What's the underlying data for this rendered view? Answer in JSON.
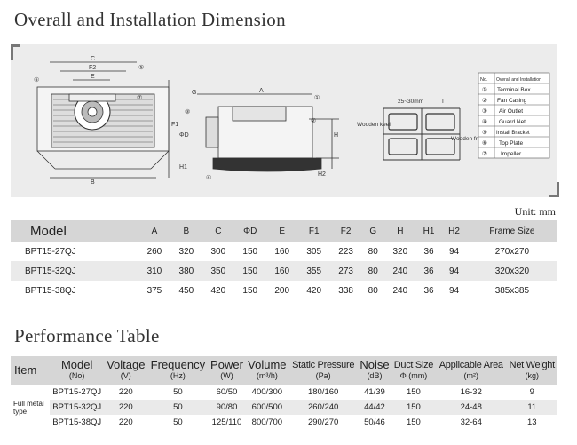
{
  "section1_title": "Overall and Installation Dimension",
  "section2_title": "Performance Table",
  "unit_note": "Unit: mm",
  "drawing": {
    "front_labels": [
      "C",
      "F2",
      "E",
      "F1",
      "B"
    ],
    "side_labels": [
      "G",
      "A",
      "ΦD",
      "H",
      "H1",
      "H2"
    ],
    "install_labels": [
      "25~30mm",
      "I",
      "Wooden keel",
      "Wooden frame"
    ],
    "callouts": [
      "①",
      "②",
      "③",
      "④",
      "⑤",
      "⑥",
      "⑦"
    ],
    "legend_header": [
      "No.",
      "Overall and Installation"
    ],
    "legend": [
      {
        "no": "①",
        "name": "Terminal Box"
      },
      {
        "no": "②",
        "name": "Fan Casing"
      },
      {
        "no": "③",
        "name": "Air Outlet"
      },
      {
        "no": "④",
        "name": "Guard Net"
      },
      {
        "no": "⑤",
        "name": "Install Bracket"
      },
      {
        "no": "⑥",
        "name": "Top Plate"
      },
      {
        "no": "⑦",
        "name": "Impeller"
      }
    ]
  },
  "dimension_table": {
    "headers": [
      "Model",
      "A",
      "B",
      "C",
      "ΦD",
      "E",
      "F1",
      "F2",
      "G",
      "H",
      "H1",
      "H2",
      "Frame Size"
    ],
    "rows": [
      [
        "BPT15-27QJ",
        "260",
        "320",
        "300",
        "150",
        "160",
        "305",
        "223",
        "80",
        "320",
        "36",
        "94",
        "270x270"
      ],
      [
        "BPT15-32QJ",
        "310",
        "380",
        "350",
        "150",
        "160",
        "355",
        "273",
        "80",
        "240",
        "36",
        "94",
        "320x320"
      ],
      [
        "BPT15-38QJ",
        "375",
        "450",
        "420",
        "150",
        "200",
        "420",
        "338",
        "80",
        "240",
        "36",
        "94",
        "385x385"
      ]
    ]
  },
  "performance_table": {
    "headers": [
      {
        "label": "Item",
        "unit": ""
      },
      {
        "label": "Model",
        "unit": "(No)"
      },
      {
        "label": "Voltage",
        "unit": "(V)"
      },
      {
        "label": "Frequency",
        "unit": "(Hz)"
      },
      {
        "label": "Power",
        "unit": "(W)"
      },
      {
        "label": "Volume",
        "unit": "(m³/h)"
      },
      {
        "label": "Static Pressure",
        "unit": "(Pa)"
      },
      {
        "label": "Noise",
        "unit": "(dB)"
      },
      {
        "label": "Duct Size",
        "unit": "Φ (mm)"
      },
      {
        "label": "Applicable Area",
        "unit": "(m²)"
      },
      {
        "label": "Net Weight",
        "unit": "(kg)"
      }
    ],
    "item_label": "Full metal type",
    "rows": [
      [
        "BPT15-27QJ",
        "220",
        "50",
        "60/50",
        "400/300",
        "180/160",
        "41/39",
        "150",
        "16-32",
        "9"
      ],
      [
        "BPT15-32QJ",
        "220",
        "50",
        "90/80",
        "600/500",
        "260/240",
        "44/42",
        "150",
        "24-48",
        "11"
      ],
      [
        "BPT15-38QJ",
        "220",
        "50",
        "125/110",
        "800/700",
        "290/270",
        "50/46",
        "150",
        "32-64",
        "13"
      ]
    ]
  }
}
